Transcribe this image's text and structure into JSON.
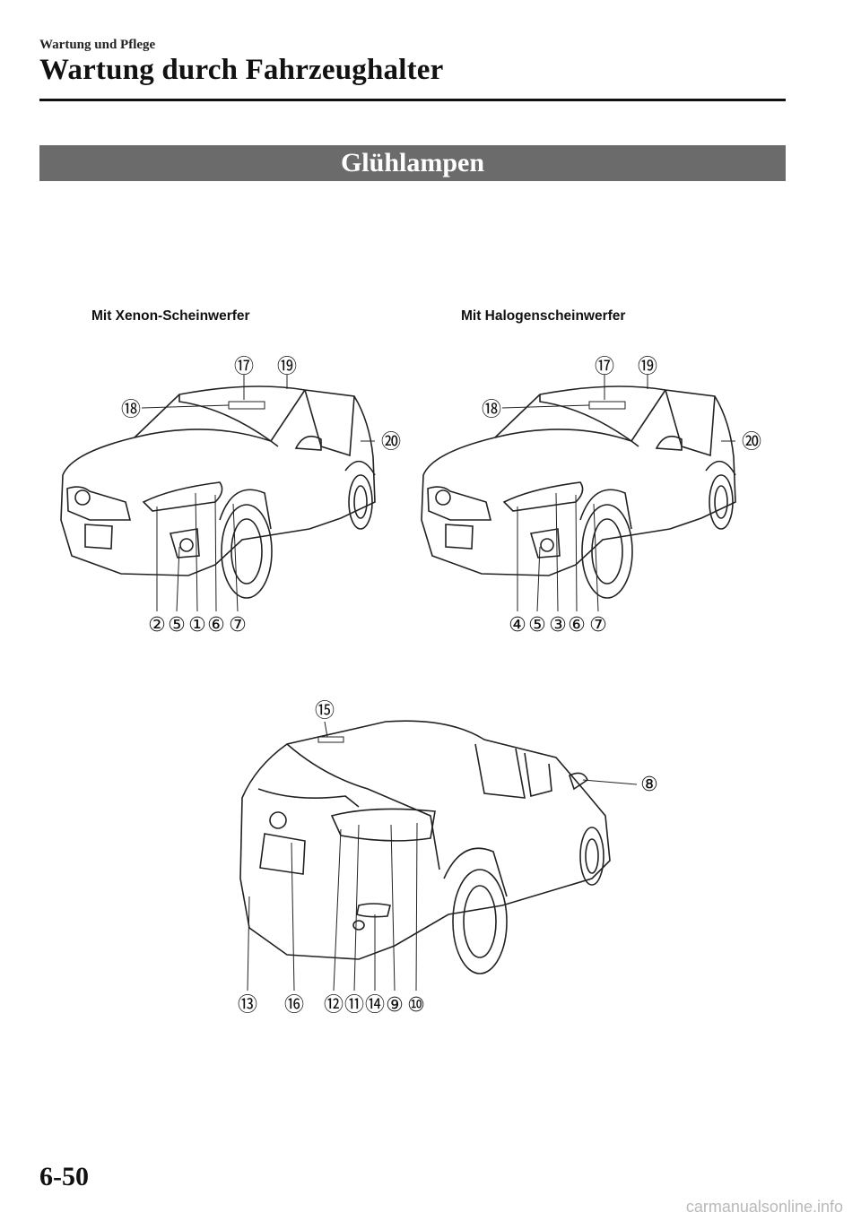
{
  "header": {
    "breadcrumb": "Wartung und Pflege",
    "title": "Wartung durch Fahrzeughalter"
  },
  "section": {
    "title": "Glühlampen"
  },
  "figures": {
    "front_left": {
      "caption": "Mit Xenon-Scheinwerfer",
      "callouts_top": [
        "⑰",
        "⑲"
      ],
      "callout_side_left": "⑱",
      "callout_side_right": "⑳",
      "callouts_bottom": [
        "②",
        "⑤",
        "①",
        "⑥",
        "⑦"
      ]
    },
    "front_right": {
      "caption": "Mit Halogenscheinwerfer",
      "callouts_top": [
        "⑰",
        "⑲"
      ],
      "callout_side_left": "⑱",
      "callout_side_right": "⑳",
      "callouts_bottom": [
        "④",
        "⑤",
        "③",
        "⑥",
        "⑦"
      ]
    },
    "rear": {
      "callout_top": "⑮",
      "callout_right": "⑧",
      "callouts_bottom": [
        "⑬",
        "⑯",
        "⑫",
        "⑪",
        "⑭",
        "⑨",
        "⑩"
      ]
    }
  },
  "footer": {
    "page_number": "6-50",
    "watermark": "carmanualsonline.info"
  }
}
